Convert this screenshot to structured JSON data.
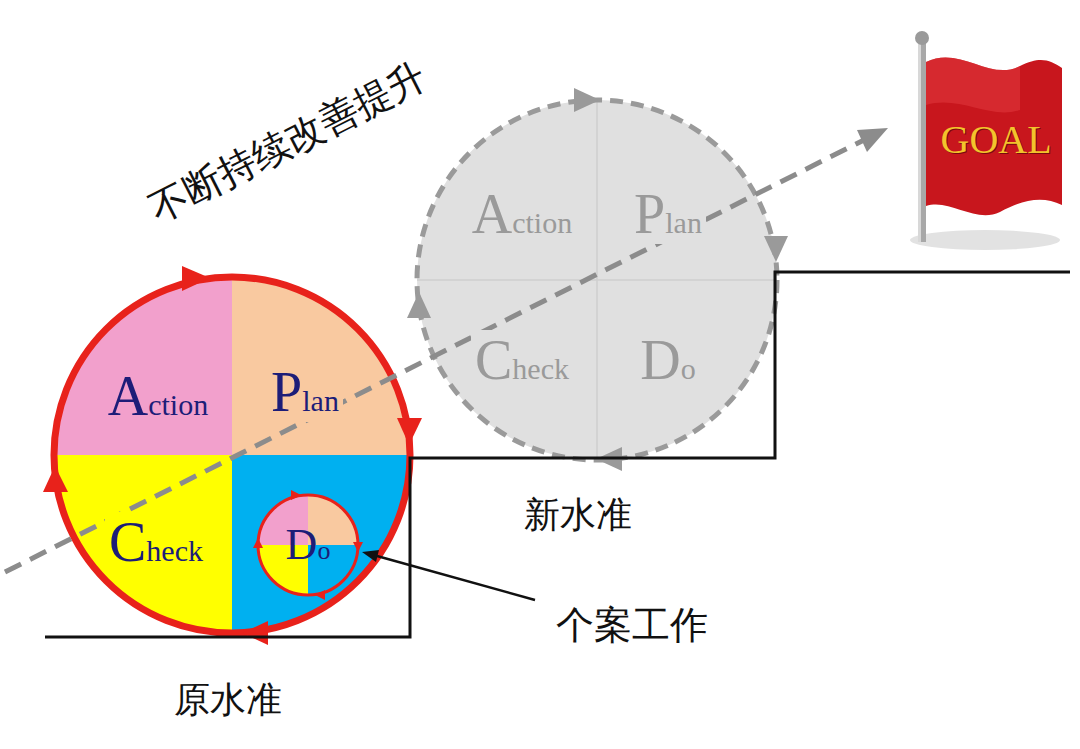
{
  "diagram": {
    "nodes": [
      {
        "text": [
          "Action"
        ]
      },
      {
        "text": [
          "Plan"
        ]
      },
      {
        "text": [
          "Check"
        ]
      },
      {
        "text": [
          "Do"
        ]
      },
      {
        "text": [
          "Action"
        ]
      },
      {
        "text": [
          "Plan"
        ]
      },
      {
        "text": [
          "Check"
        ]
      },
      {
        "text": [
          "Do"
        ]
      }
    ],
    "labels": [
      "不断持续改善提升",
      "GOAL",
      "新水准",
      "个案工作",
      "原水准"
    ]
  }
}
